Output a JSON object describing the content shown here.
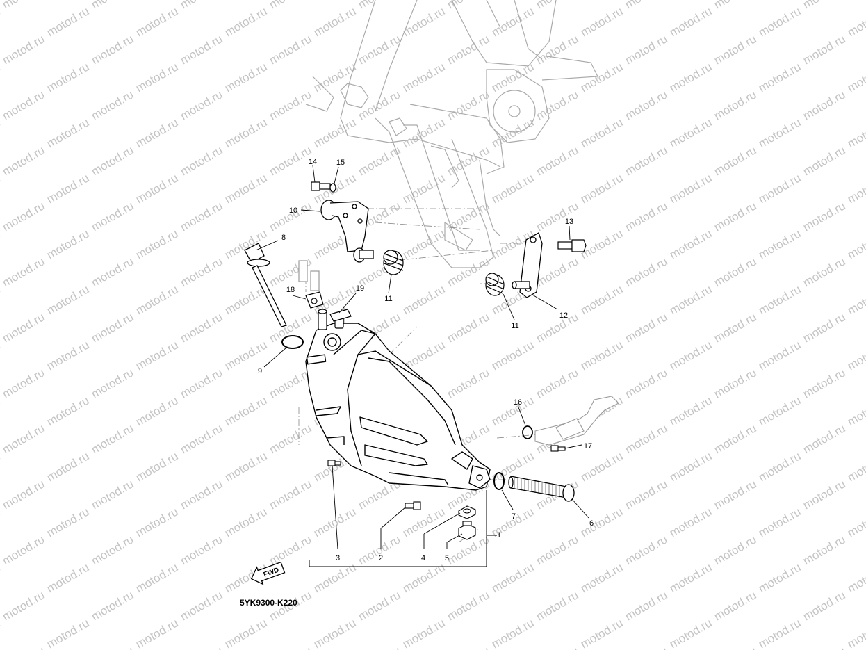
{
  "watermark": {
    "text": "motod.ru",
    "color": "#c4c4c4"
  },
  "diagram": {
    "code": "5YK9300-K220",
    "fwd_label": "FWD",
    "callouts": [
      {
        "id": "1",
        "label": "1"
      },
      {
        "id": "2",
        "label": "2"
      },
      {
        "id": "3",
        "label": "3"
      },
      {
        "id": "4",
        "label": "4"
      },
      {
        "id": "5",
        "label": "5"
      },
      {
        "id": "6",
        "label": "6"
      },
      {
        "id": "7",
        "label": "7"
      },
      {
        "id": "8",
        "label": "8"
      },
      {
        "id": "9",
        "label": "9"
      },
      {
        "id": "10",
        "label": "10"
      },
      {
        "id": "11a",
        "label": "11"
      },
      {
        "id": "11b",
        "label": "11"
      },
      {
        "id": "12",
        "label": "12"
      },
      {
        "id": "13",
        "label": "13"
      },
      {
        "id": "14",
        "label": "14"
      },
      {
        "id": "15",
        "label": "15"
      },
      {
        "id": "16",
        "label": "16"
      },
      {
        "id": "17",
        "label": "17"
      },
      {
        "id": "18",
        "label": "18"
      },
      {
        "id": "19",
        "label": "19"
      }
    ]
  }
}
